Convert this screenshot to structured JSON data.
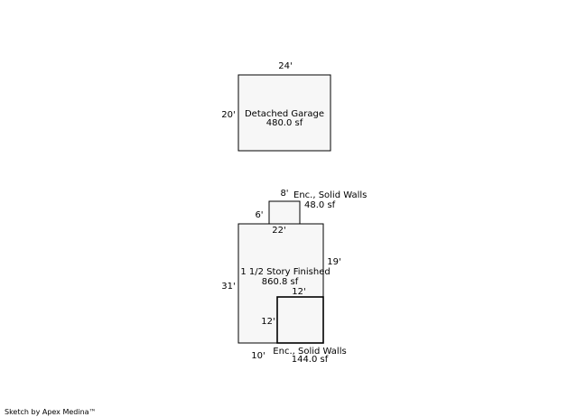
{
  "garage": {
    "name": "Detached Garage",
    "area": "480.0 sf",
    "width_label": "24'",
    "depth_label": "20'"
  },
  "porch": {
    "name": "Enc., Solid Walls",
    "area": "48.0 sf",
    "width_label": "8'",
    "depth_label": "6'"
  },
  "house": {
    "name": "1 1/2 Story Finished",
    "area": "860.8 sf",
    "top_label": "22'",
    "right_label": "19'",
    "left_label": "31'",
    "bottom_label": "10'"
  },
  "rear_enclosure": {
    "name": "Enc., Solid Walls",
    "area": "144.0 sf",
    "width_label": "12'",
    "depth_label": "12'"
  },
  "credit": "Sketch by Apex Medina™"
}
